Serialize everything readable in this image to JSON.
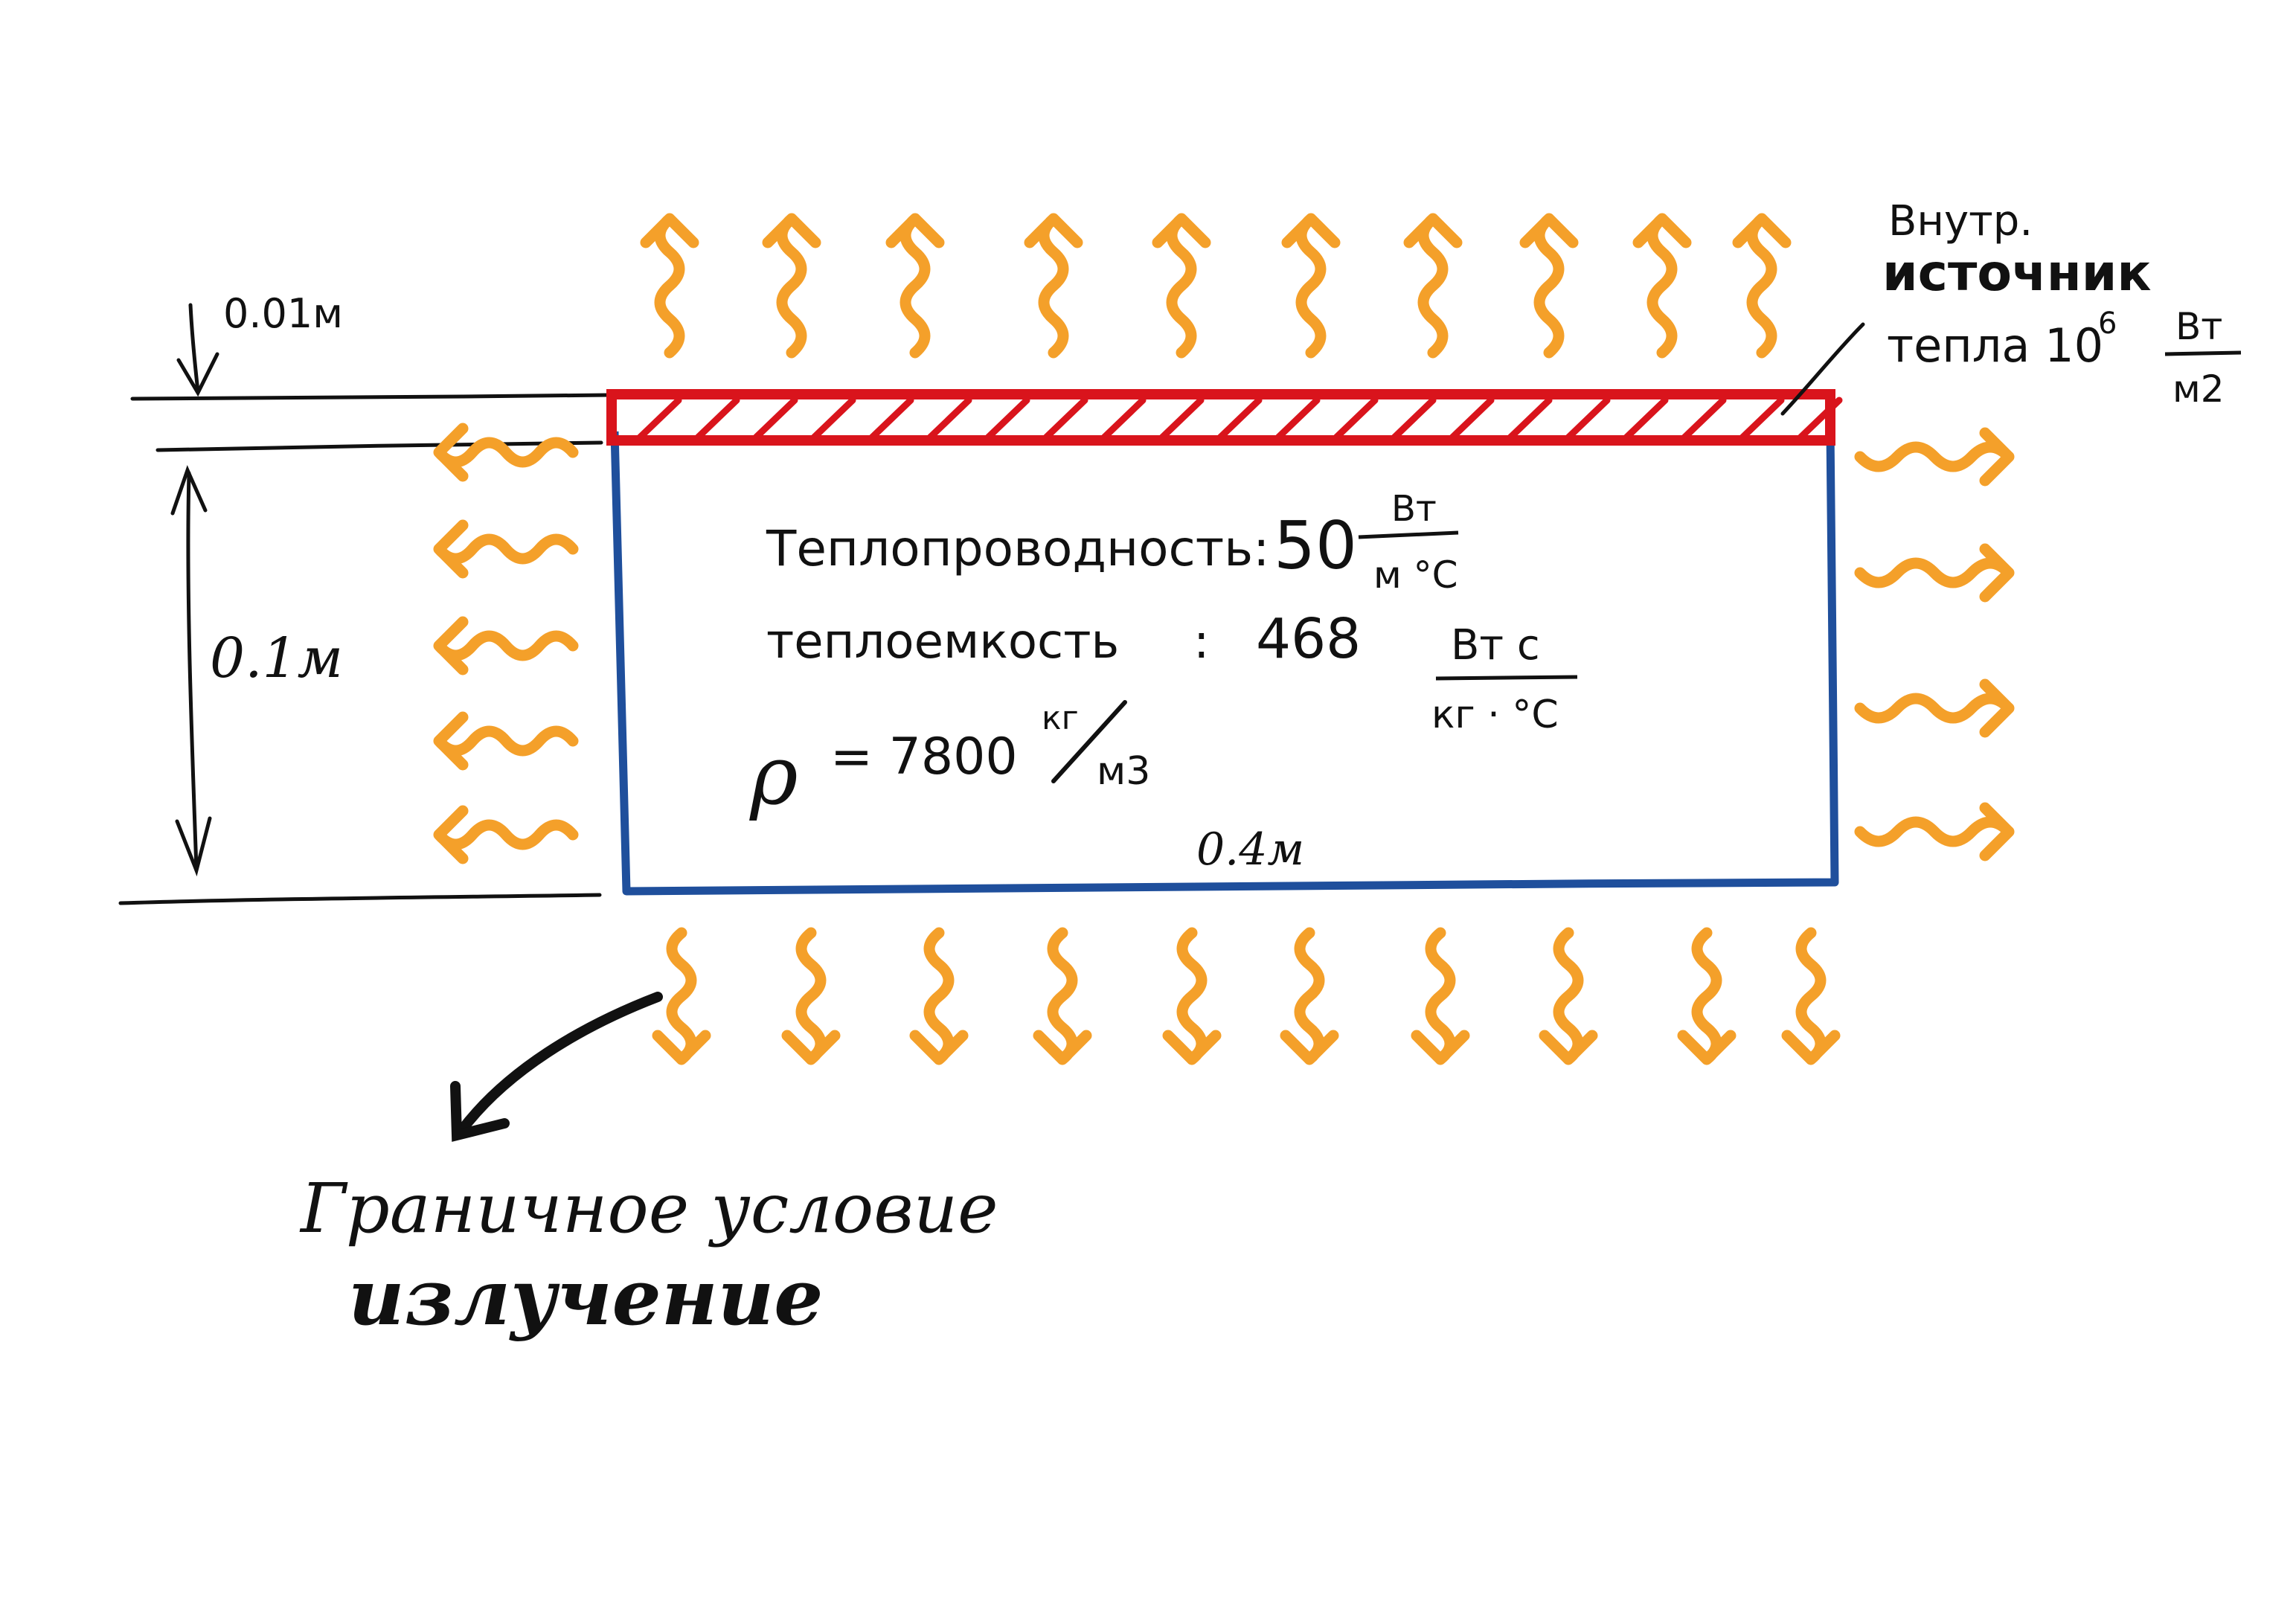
{
  "labels": {
    "source_line1": "Внутр.",
    "source_line2": "источник",
    "source_line3": "тепла 10",
    "source_exp": "6",
    "source_unit_num": "Вт",
    "source_unit_den": "м2",
    "thickness_top": "0.01м",
    "height": "0.1м",
    "width": "0.4м",
    "conductivity_label": "Теплопроводность:",
    "conductivity_value": "50",
    "conductivity_unit_num": "Вт",
    "conductivity_unit_den": "м °С",
    "capacity_label": "теплоемкость",
    "capacity_sep": ":",
    "capacity_value": "468",
    "capacity_unit_num": "Вт с",
    "capacity_unit_den": "кг · °С",
    "density_symbol": "ρ",
    "density_eq": "= 7800",
    "density_unit_num": "кг",
    "density_unit_den": "м3",
    "boundary_line1": "Граничное условие",
    "boundary_line2": "излучение"
  },
  "colors": {
    "plate": "#1f4f9c",
    "heater": "#d9141c",
    "arrows": "#f4a02a",
    "ink": "#111111"
  }
}
